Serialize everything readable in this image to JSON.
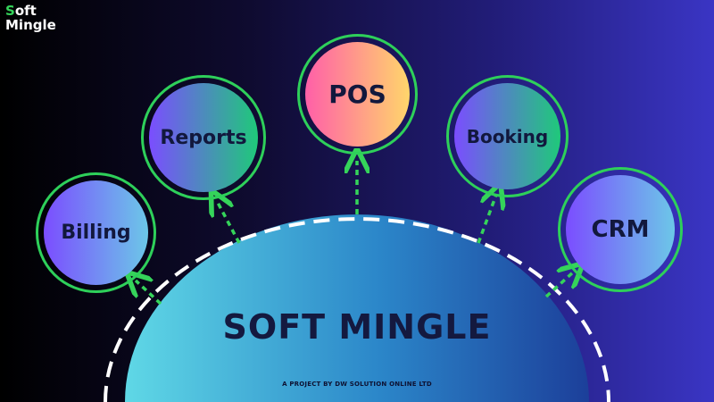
{
  "logo": {
    "line1_first": "S",
    "line1_rest": "oft",
    "line2": "Mingle"
  },
  "hub": {
    "title": "SOFT MINGLE",
    "subtitle": "A PROJECT BY DW SOLUTION ONLINE LTD"
  },
  "nodes": [
    {
      "label": "Billing"
    },
    {
      "label": "Reports"
    },
    {
      "label": "POS"
    },
    {
      "label": "Booking"
    },
    {
      "label": "CRM"
    }
  ],
  "colors": {
    "ring": "#2ed05a",
    "arrow": "#35d45a",
    "hub_start": "#5fd8e6",
    "hub_end": "#1c3f9a",
    "text_dark": "#12183d"
  }
}
